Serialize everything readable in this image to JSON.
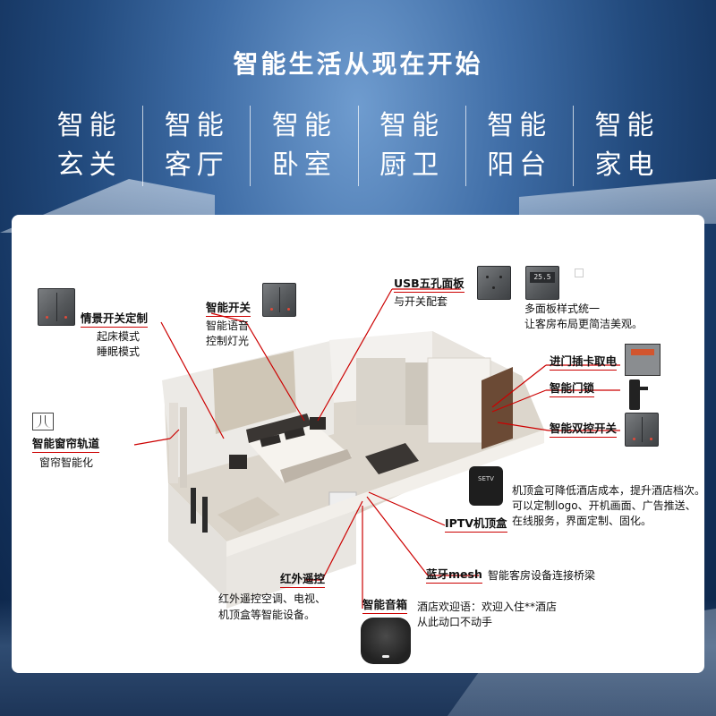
{
  "headline": "智能生活从现在开始",
  "categories": [
    {
      "line1": "智能",
      "line2": "玄关"
    },
    {
      "line1": "智能",
      "line2": "客厅"
    },
    {
      "line1": "智能",
      "line2": "卧室"
    },
    {
      "line1": "智能",
      "line2": "厨卫"
    },
    {
      "line1": "智能",
      "line2": "阳台"
    },
    {
      "line1": "智能",
      "line2": "家电"
    }
  ],
  "callouts": {
    "scene": {
      "title": "情景开关定制",
      "desc1": "起床模式",
      "desc2": "睡眠模式"
    },
    "smart_switch": {
      "title": "智能开关",
      "desc1": "智能语音",
      "desc2": "控制灯光"
    },
    "usb": {
      "title": "USB五孔面板",
      "desc1": "与开关配套"
    },
    "panel_style": {
      "desc1": "多面板样式统一",
      "desc2": "让客房布局更简洁美观。",
      "display": "25.5"
    },
    "card": {
      "title": "进门插卡取电"
    },
    "lock": {
      "title": "智能门锁"
    },
    "dual": {
      "title": "智能双控开关"
    },
    "curtain": {
      "title": "智能窗帘轨道",
      "desc1": "窗帘智能化"
    },
    "iptv": {
      "title": "IPTV机顶盒",
      "desc1": "机顶盒可降低酒店成本，提升酒店档次。",
      "desc2": "可以定制logo、开机画面、广告推送、",
      "desc3": "在线服务，界面定制、固化。",
      "box_logo": "SETV"
    },
    "mesh": {
      "title": "蓝牙mesh",
      "desc1": "智能客房设备连接桥梁"
    },
    "ir": {
      "title": "红外遥控",
      "desc1": "红外遥控空调、电视、",
      "desc2": "机顶盒等智能设备。"
    },
    "speaker": {
      "title": "智能音箱",
      "desc1": "酒店欢迎语：欢迎入住**酒店",
      "desc2": "从此动口不动手"
    }
  },
  "colors": {
    "leader": "#cc0000",
    "accent_line": "#c00000"
  }
}
